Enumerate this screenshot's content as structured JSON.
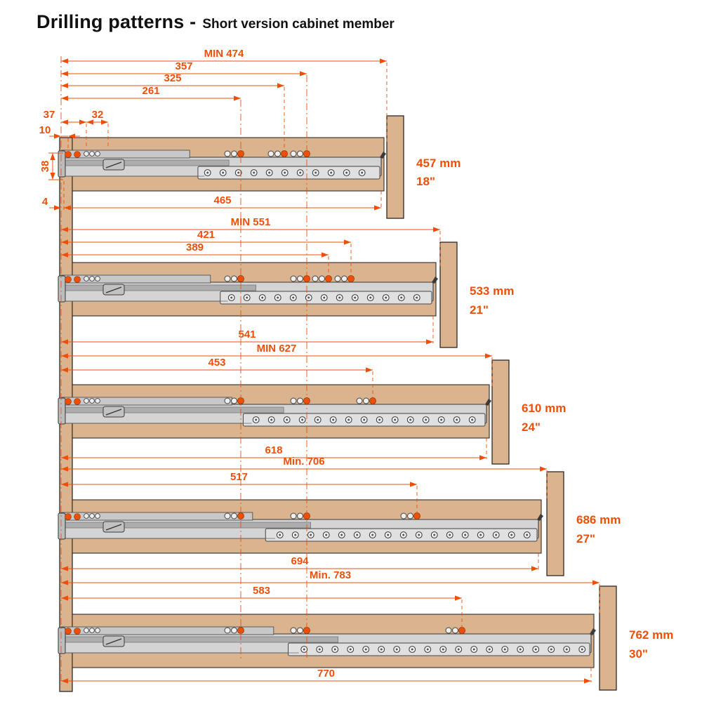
{
  "title": "Drilling patterns -",
  "subtitle": "Short version cabinet member",
  "colors": {
    "dimension": "#ee4f08",
    "wood": "#d9b48f",
    "wood_edge": "#1c1c1c",
    "slide_light": "#d4d4d4",
    "slide_mid": "#c0c0c0",
    "slide_dark": "#3a3a3a"
  },
  "rows": [
    {
      "size_mm": "457 mm",
      "size_in": "18\"",
      "min_dim": "MIN 474",
      "top_dims": [
        "357",
        "325",
        "261"
      ],
      "front_dims": [
        "37",
        "32",
        "10",
        "38",
        "4"
      ],
      "bottom_dim": "465"
    },
    {
      "size_mm": "533 mm",
      "size_in": "21\"",
      "min_dim": "MIN 551",
      "top_dims": [
        "421",
        "389"
      ],
      "bottom_dim": "541"
    },
    {
      "size_mm": "610 mm",
      "size_in": "24\"",
      "min_dim": "MIN 627",
      "top_dims": [
        "453"
      ],
      "bottom_dim": "618"
    },
    {
      "size_mm": "686 mm",
      "size_in": "27\"",
      "min_dim": "Min. 706",
      "top_dims": [
        "517"
      ],
      "bottom_dim": "694"
    },
    {
      "size_mm": "762 mm",
      "size_in": "30\"",
      "min_dim": "Min. 783",
      "top_dims": [
        "583"
      ],
      "bottom_dim": "770"
    }
  ]
}
